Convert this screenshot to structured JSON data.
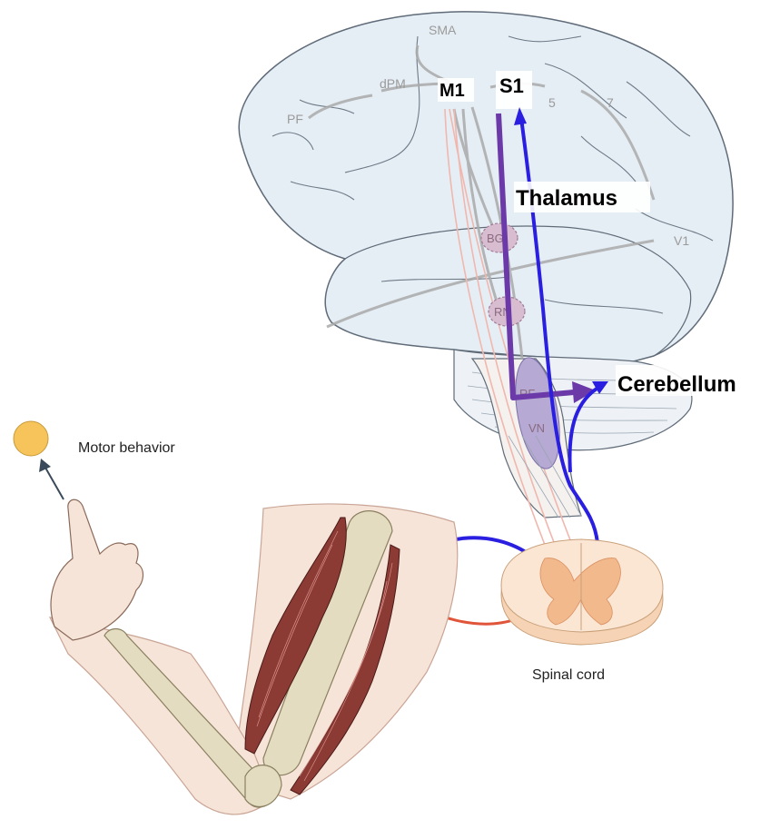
{
  "labels": {
    "sma": "SMA",
    "dpm": "dPM",
    "pf": "PF",
    "m1": "M1",
    "s1": "S1",
    "area5": "5",
    "area7": "7",
    "v1": "V1",
    "thalamus": "Thalamus",
    "bg": "BG",
    "rn": "RN",
    "rf": "RF",
    "vn": "VN",
    "cerebellum": "Cerebellum",
    "motor_behavior": "Motor behavior",
    "spinal_cord": "Spinal cord"
  },
  "colors": {
    "motor_path": "#6b3aa8",
    "sensory_path": "#2a1fe0",
    "reflex_out": "#e0553a",
    "brain_fill": "#e6eef5",
    "brain_outline": "#5f6b78",
    "muscle": "#8c3a34",
    "bone": "#e3dcc0",
    "skin": "#f6e4d8",
    "spinal_gray": "#f2b98d",
    "target_ball": "#f6c45a"
  }
}
